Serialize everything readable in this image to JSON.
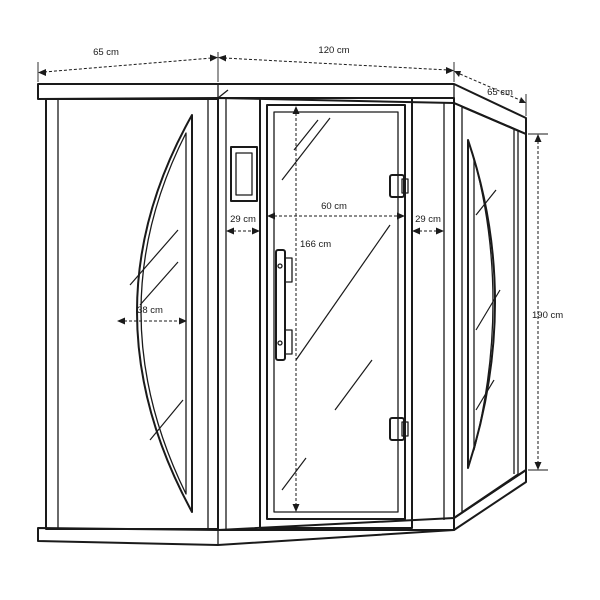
{
  "dimensions": {
    "left_depth": "65 cm",
    "front_width": "120 cm",
    "right_depth": "65 cm",
    "height": "190 cm",
    "door_width": "60 cm",
    "door_height": "166 cm",
    "left_side_panel": "29 cm",
    "right_side_panel": "29 cm",
    "window_width": "38 cm"
  },
  "colors": {
    "line": "#1a1a1a",
    "background": "#ffffff"
  }
}
